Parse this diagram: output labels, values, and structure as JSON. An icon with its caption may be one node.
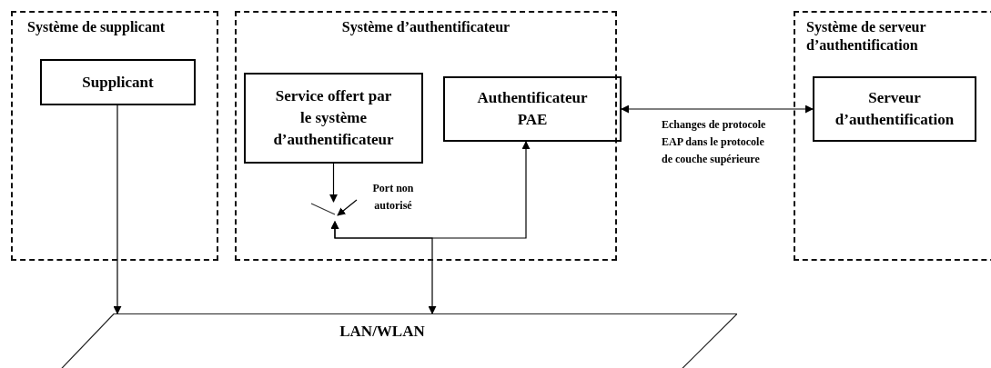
{
  "diagram": {
    "nodes": [
      {
        "text": [
          "Système de supplicant"
        ]
      },
      {
        "text": [
          "Supplicant"
        ],
        "in": 0
      },
      {
        "text": [
          "Système d’authentificateur"
        ]
      },
      {
        "text": [
          "Service offert par le système d’authentificateur"
        ],
        "in": 2
      },
      {
        "text": [
          "Authentificateur PAE"
        ],
        "in": 2
      },
      {
        "text": [],
        "shape": "switch",
        "in": 2
      },
      {
        "text": [
          "Port non autorisé"
        ],
        "in": 2
      },
      {
        "text": [
          "Système de serveur d’authentification"
        ]
      },
      {
        "text": [
          "Serveur d’authentification"
        ],
        "in": 7
      },
      {
        "text": [
          "LAN/WLAN"
        ]
      }
    ],
    "edges": [
      {
        "from": 1,
        "to": 9,
        "arrow": "to"
      },
      {
        "from": 3,
        "to": 5,
        "arrow": "to"
      },
      {
        "from": 6,
        "to": 5,
        "arrow": "to"
      },
      {
        "from": 4,
        "to": 5,
        "arrow": "both"
      },
      {
        "from": 5,
        "to": 9,
        "arrow": "both"
      },
      {
        "from": 4,
        "to": 8,
        "arrow": "both",
        "label": "Echanges de protocole EAP dans le protocole de couche supérieure"
      }
    ]
  }
}
